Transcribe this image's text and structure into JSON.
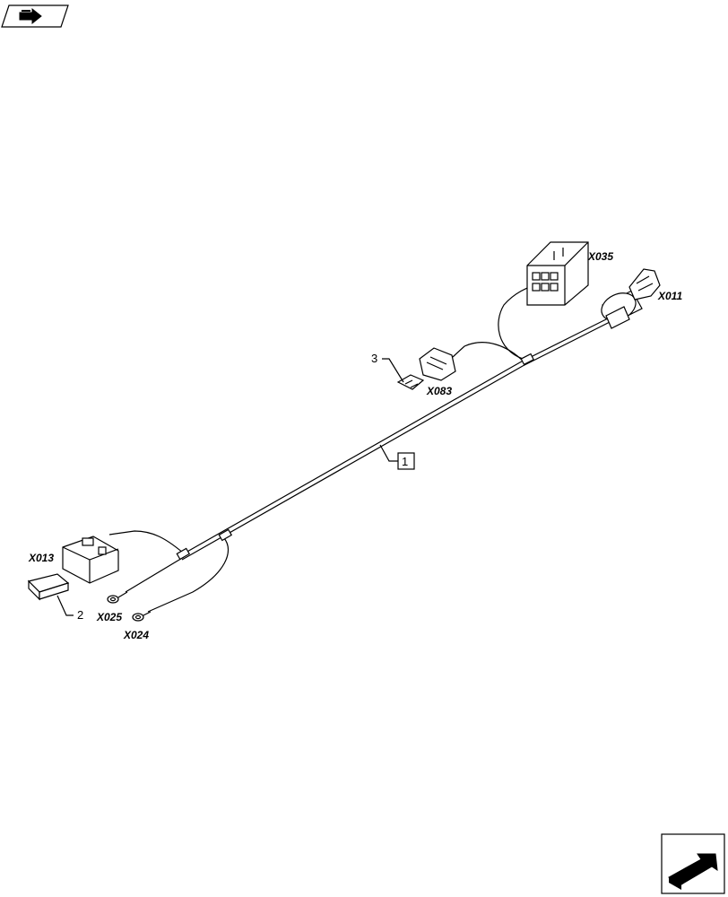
{
  "connectors": {
    "x035": "X035",
    "x011": "X011",
    "x083": "X083",
    "x013": "X013",
    "x025": "X025",
    "x024": "X024"
  },
  "callouts": {
    "item1": "1",
    "item2": "2",
    "item3": "3"
  },
  "icons": {
    "top_left": "prev-page-arrow-icon",
    "bottom_right": "next-page-arrow-icon"
  }
}
